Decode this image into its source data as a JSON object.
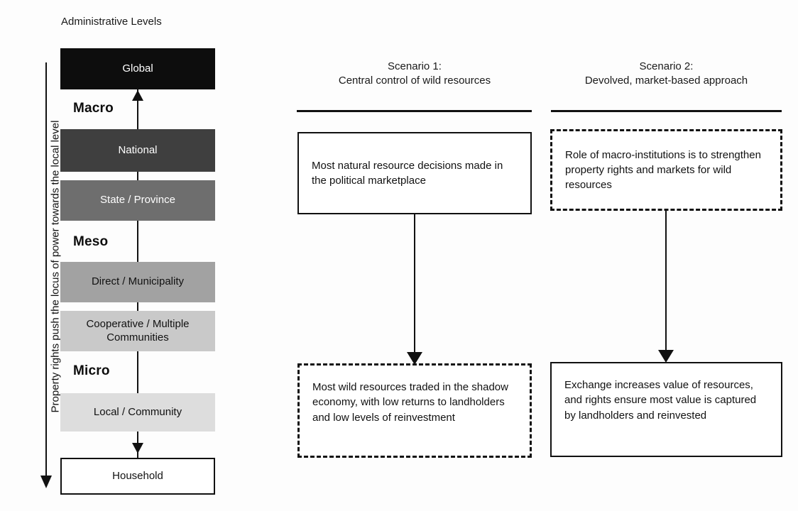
{
  "left_panel": {
    "title": "Administrative Levels",
    "axis_label": "Property rights push the locus of power towards the local level",
    "levels": [
      {
        "label": "Global",
        "color": "#0d0d0d"
      },
      {
        "label": "National",
        "color": "#3f3f3f"
      },
      {
        "label": "State / Province",
        "color": "#6e6e6e"
      },
      {
        "label": "Direct / Municipality",
        "color": "#a2a2a2"
      },
      {
        "label": "Cooperative / Multiple Communities",
        "color": "#c9c9c9"
      },
      {
        "label": "Local / Community",
        "color": "#dddddd"
      },
      {
        "label": "Household",
        "color": "#ffffff"
      }
    ],
    "coop_line_1": "Cooperative / Multiple",
    "coop_line_2": "Communities",
    "groups": [
      {
        "label": "Macro"
      },
      {
        "label": "Meso"
      },
      {
        "label": "Micro"
      }
    ]
  },
  "scenarios": [
    {
      "title_line_1": "Scenario 1:",
      "title_line_2": "Central control of wild resources",
      "box_top": "Most natural resource decisions made in the political marketplace",
      "box_top_style": "solid",
      "box_bottom": "Most wild resources traded in the shadow economy, with low returns to landholders and low levels of reinvestment",
      "box_bottom_style": "dashed"
    },
    {
      "title_line_1": "Scenario 2:",
      "title_line_2": "Devolved, market-based approach",
      "box_top": "Role of macro-institutions is to strengthen property rights and markets for wild resources",
      "box_top_style": "dashed",
      "box_bottom": "Exchange increases value of resources, and rights ensure most value is captured by landholders and reinvested",
      "box_bottom_style": "solid"
    }
  ],
  "colors": {
    "ink": "#111111",
    "background": "#fdfdfd"
  }
}
